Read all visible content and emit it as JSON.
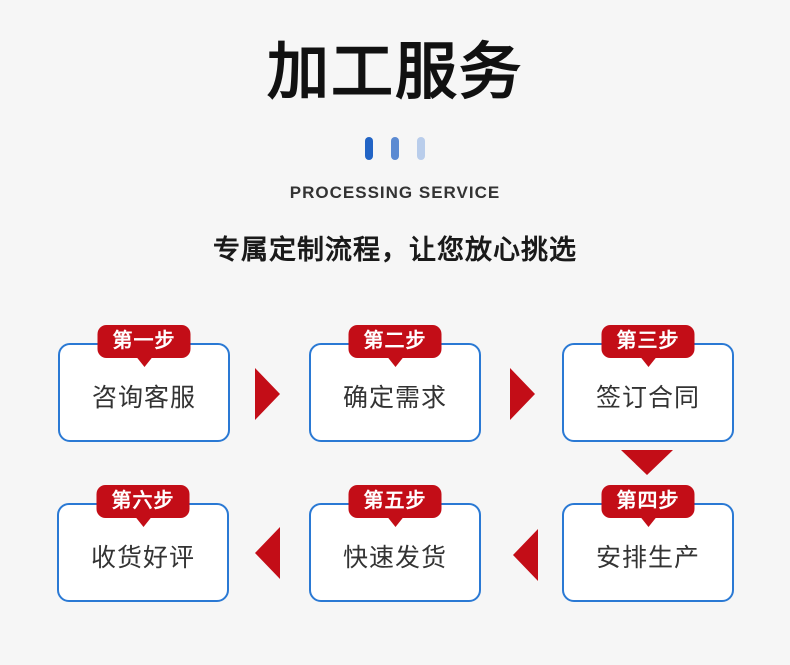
{
  "header": {
    "title": "加工服务",
    "subtitle_en": "PROCESSING SERVICE",
    "tagline": "专属定制流程，让您放心挑选"
  },
  "steps": [
    {
      "badge": "第一步",
      "label": "咨询客服"
    },
    {
      "badge": "第二步",
      "label": "确定需求"
    },
    {
      "badge": "第三步",
      "label": "签订合同"
    },
    {
      "badge": "第四步",
      "label": "安排生产"
    },
    {
      "badge": "第五步",
      "label": "快速发货"
    },
    {
      "badge": "第六步",
      "label": "收货好评"
    }
  ],
  "colors": {
    "background": "#f6f6f6",
    "accent_red": "#c30d17",
    "box_border_blue": "#2a79d4",
    "bar_blue_dark": "#2264c5",
    "bar_blue_medium": "#5b8ad2",
    "bar_blue_light": "#b9cdeb",
    "title_black": "#111111",
    "body_text": "#333333"
  }
}
